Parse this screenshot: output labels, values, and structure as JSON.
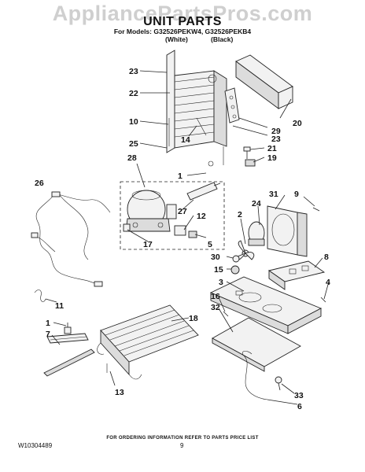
{
  "header": {
    "watermark": "AppliancePartsPros.com",
    "title": "UNIT PARTS",
    "models": "For Models: G32526PEKW4, G32526PEKB4",
    "variant_white": "(White)",
    "variant_black": "(Black)"
  },
  "callouts": [
    "1",
    "2",
    "3",
    "4",
    "5",
    "6",
    "7",
    "8",
    "9",
    "10",
    "11",
    "12",
    "13",
    "14",
    "15",
    "16",
    "17",
    "18",
    "19",
    "20",
    "21",
    "22",
    "23",
    "24",
    "25",
    "26",
    "27",
    "28",
    "29",
    "30",
    "31",
    "32",
    "33"
  ],
  "footer": {
    "note": "FOR ORDERING INFORMATION REFER TO PARTS PRICE LIST",
    "doc_number": "W10304489",
    "page_number": "9"
  }
}
